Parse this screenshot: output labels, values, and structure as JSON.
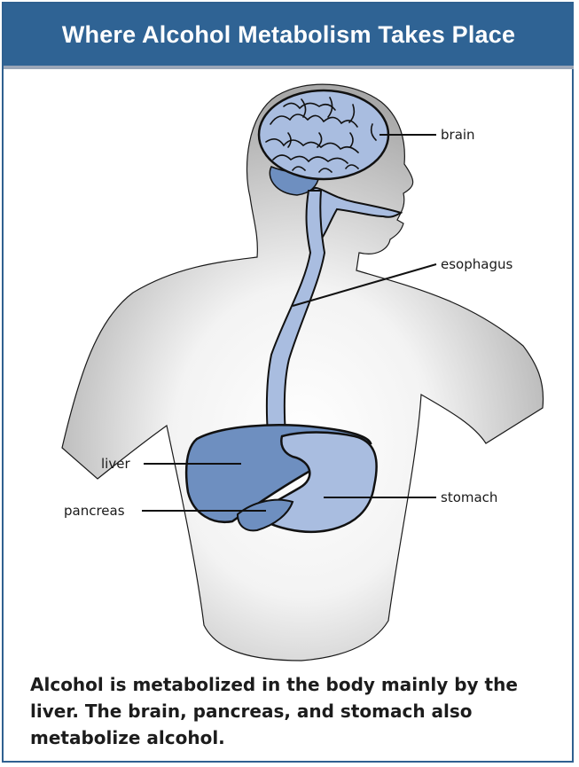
{
  "title": "Where Alcohol Metabolism Takes Place",
  "labels": {
    "brain": "brain",
    "esophagus": "esophagus",
    "liver": "liver",
    "pancreas": "pancreas",
    "stomach": "stomach"
  },
  "caption": "Alcohol is metabolized in the body mainly by the liver. The brain, pancreas, and stomach also metabolize alcohol.",
  "colors": {
    "header": "#2f6394",
    "body_silhouette": "#c4c4c4",
    "organ_dark": "#6e8fc0",
    "organ_light": "#a9bde0"
  }
}
